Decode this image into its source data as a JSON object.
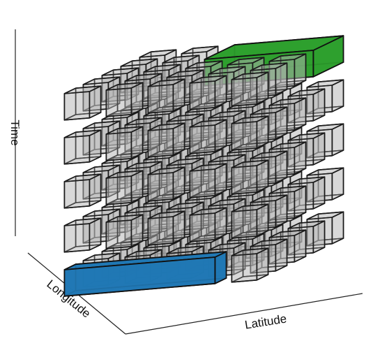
{
  "axes": {
    "time_label": "Time",
    "longitude_label": "Longitude",
    "latitude_label": "Latitude"
  },
  "grid": {
    "longitude_count": 5,
    "latitude_count": 5,
    "time_count": 5
  },
  "highlights": [
    {
      "name": "green-block",
      "color": "#2ca02c",
      "lon_range": [
        0,
        2
      ],
      "lat_range": [
        2,
        5
      ],
      "time_range": [
        4,
        5
      ]
    },
    {
      "name": "blue-block",
      "color": "#1f77b4",
      "lon_range": [
        4,
        5
      ],
      "lat_range": [
        0,
        4
      ],
      "time_range": [
        0,
        1
      ]
    }
  ],
  "colors": {
    "cube_fill": "#b2b2b2",
    "cube_edge": "#1a1a1a",
    "green": "#2ca02c",
    "blue": "#1f77b4"
  }
}
